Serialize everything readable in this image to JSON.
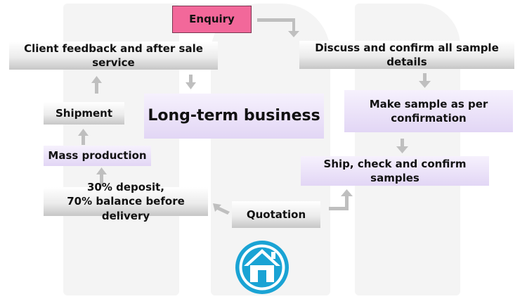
{
  "nodes": {
    "enquiry": "Enquiry",
    "discuss": "Discuss and confirm all sample details",
    "make_sample": "Make sample as per confirmation",
    "ship_check": "Ship, check and confirm samples",
    "quotation": "Quotation",
    "deposit_line1": "30% deposit,",
    "deposit_line2": "70% balance before delivery",
    "mass_production": "Mass production",
    "shipment": "Shipment",
    "feedback": "Client feedback and after sale service",
    "center": "Long-term business"
  },
  "colors": {
    "enquiry_fill": "#f2689a",
    "box_lavender": "#e2d6f5",
    "box_grey": "#e8e8e8",
    "arrow": "#bfbfbf",
    "home_icon": "#1aa3d4"
  },
  "icons": {
    "home": "home-icon"
  }
}
